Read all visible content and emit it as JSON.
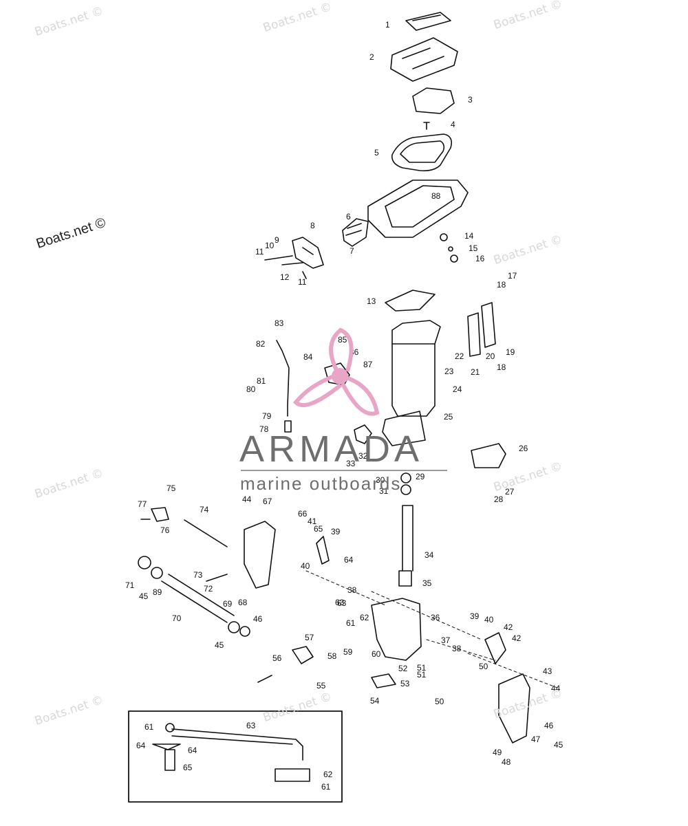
{
  "watermark": "Boats.net ©",
  "brand": {
    "name": "ARMADA",
    "tagline": "marine outboards",
    "accent": "#e8a5c6",
    "text_color": "#6e6e6e"
  },
  "callouts": [
    "1",
    "2",
    "3",
    "4",
    "5",
    "88",
    "6",
    "7",
    "8",
    "9",
    "10",
    "11",
    "11",
    "12",
    "14",
    "15",
    "16",
    "13",
    "17",
    "18",
    "19",
    "20",
    "21",
    "18",
    "22",
    "23",
    "24",
    "25",
    "83",
    "82",
    "81",
    "80",
    "84",
    "85",
    "86",
    "87",
    "79",
    "78",
    "26",
    "27",
    "28",
    "33",
    "32",
    "30",
    "29",
    "31",
    "75",
    "77",
    "76",
    "74",
    "44",
    "67",
    "66",
    "41",
    "65",
    "39",
    "64",
    "40",
    "73",
    "72",
    "71",
    "45",
    "89",
    "69",
    "68",
    "70",
    "46",
    "45",
    "63",
    "38",
    "62",
    "61",
    "63",
    "59",
    "60",
    "57",
    "58",
    "56",
    "55",
    "51",
    "52",
    "53",
    "54",
    "36",
    "34",
    "35",
    "37",
    "39",
    "40",
    "42",
    "42",
    "38",
    "50",
    "43",
    "44",
    "46",
    "45",
    "47",
    "49",
    "48",
    "50",
    "51",
    "61",
    "63",
    "64",
    "64",
    "65",
    "62",
    "61"
  ]
}
